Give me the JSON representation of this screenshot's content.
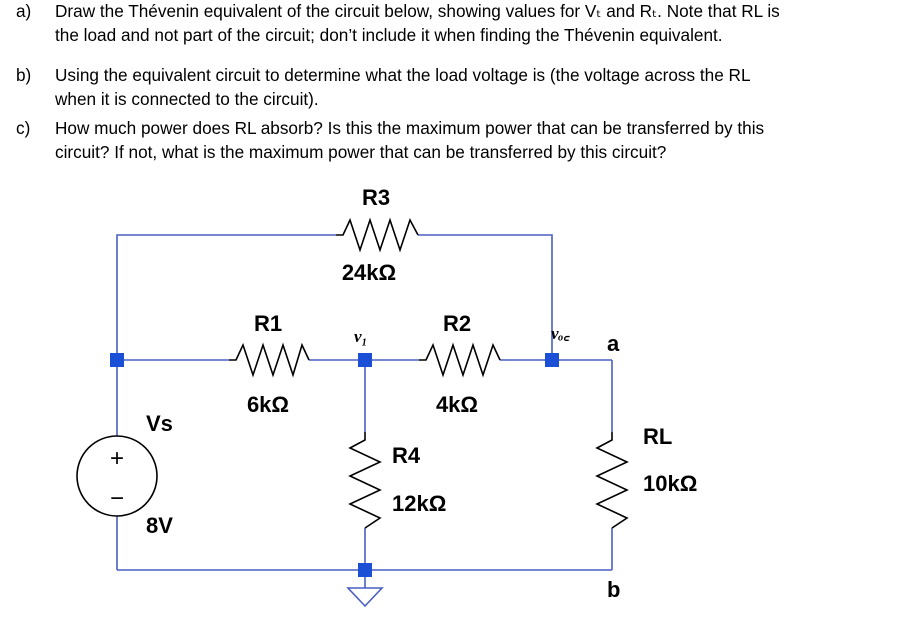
{
  "questions": [
    {
      "label": "a)",
      "line1": "Draw the Thévenin equivalent of the circuit below, showing values for Vₜ and Rₜ.  Note that RL is",
      "line2": "the load and not part of the circuit; don’t include it when finding the Thévenin equivalent."
    },
    {
      "label": "b)",
      "line1": "Using the equivalent circuit to determine what the load voltage is (the voltage across the RL",
      "line2": "when it is connected to the circuit)."
    },
    {
      "label": "c)",
      "line1": "How much power does RL absorb?  Is this the maximum power that can be transferred by this",
      "line2": "circuit?  If not, what is the maximum power that can be transferred by this circuit?"
    }
  ],
  "circuit": {
    "wire_color": "#4a5fc1",
    "node_color": "#1a4fd6",
    "components": {
      "r3": {
        "name": "R3",
        "value": "24kΩ"
      },
      "r1": {
        "name": "R1",
        "value": "6kΩ"
      },
      "r2": {
        "name": "R2",
        "value": "4kΩ"
      },
      "r4": {
        "name": "R4",
        "value": "12kΩ"
      },
      "rl": {
        "name": "RL",
        "value": "10kΩ"
      },
      "vs": {
        "name": "Vs",
        "value": "8V"
      }
    },
    "node_labels": {
      "v1": "v₁",
      "voc": "vₒ꜀",
      "a": "a",
      "b": "b",
      "plus": "+",
      "minus": "−"
    }
  }
}
